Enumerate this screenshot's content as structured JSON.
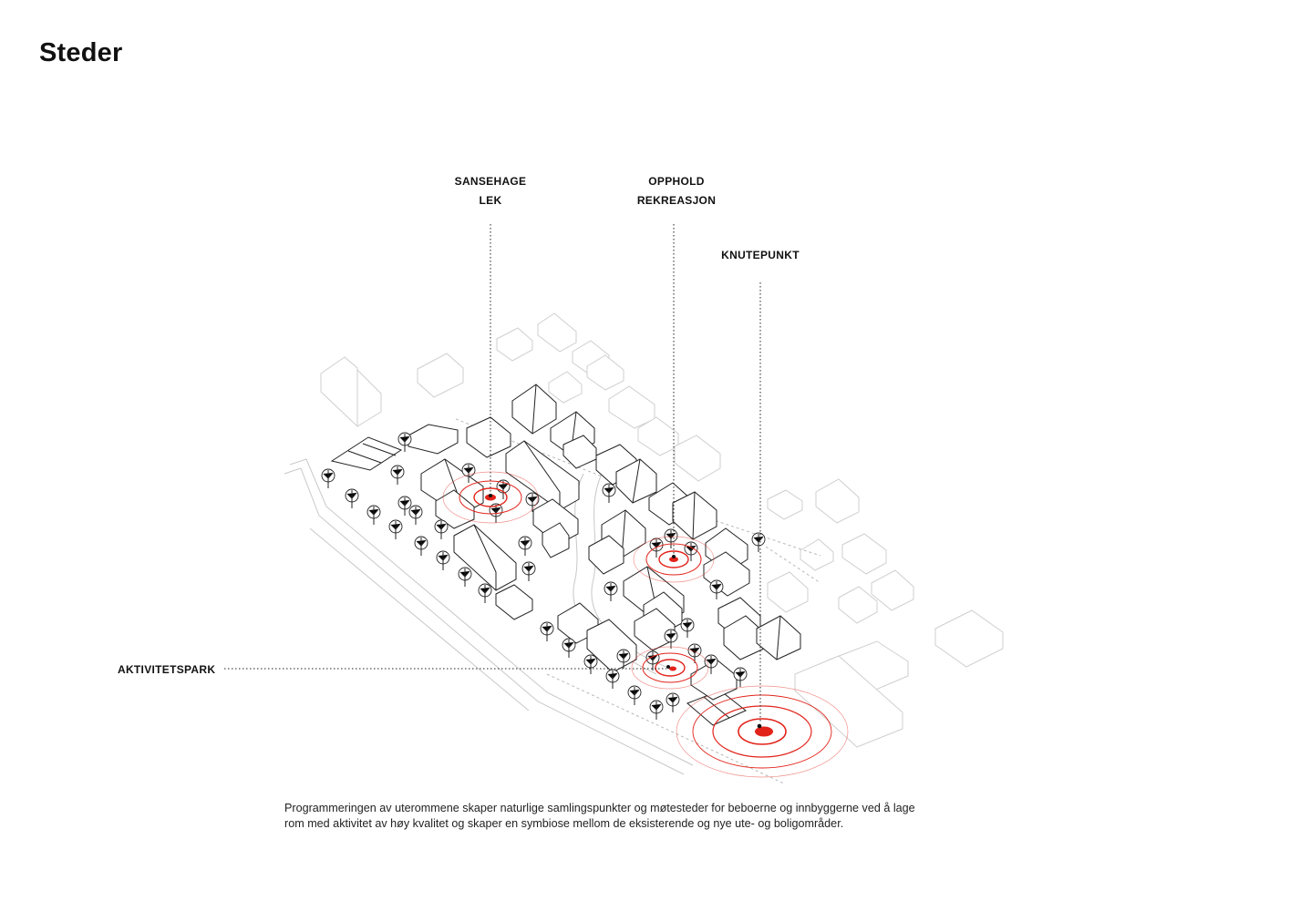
{
  "page": {
    "title": "Steder",
    "caption_line1": "Programmeringen av uterommene skaper naturlige samlingspunkter og møtesteder for beboerne og innbyggerne ved å lage",
    "caption_line2": "rom med aktivitet av høy kvalitet og skaper en symbiose mellom de eksisterende og nye ute- og boligområder."
  },
  "labels": {
    "sansehage": "SANSEHAGE",
    "lek": "LEK",
    "opphold": "OPPHOLD",
    "rekreasjon": "REKREASJON",
    "knutepunkt": "KNUTEPUNKT",
    "aktivitetspark": "AKTIVITETSPARK"
  },
  "colors": {
    "accent": "#e2231a",
    "ink": "#222222",
    "context": "#cfcfcf"
  }
}
